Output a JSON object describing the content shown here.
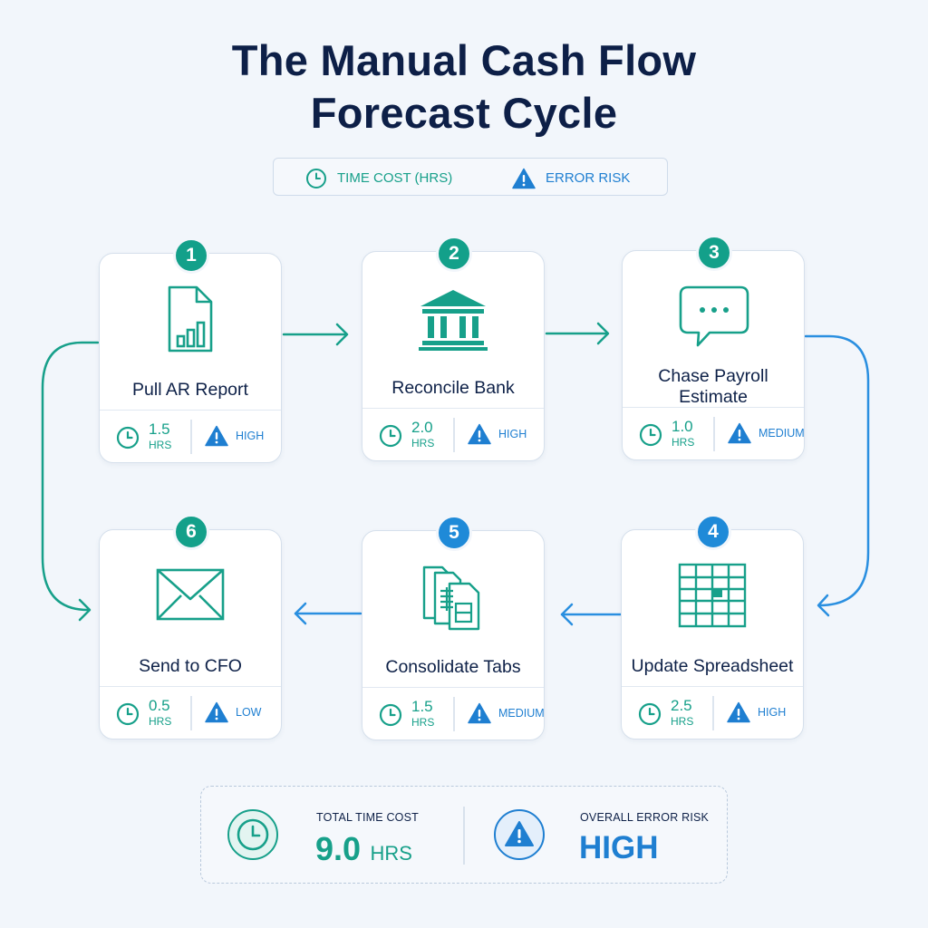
{
  "title_line1": "The Manual Cash Flow",
  "title_line2": "Forecast Cycle",
  "legend": {
    "time_label": "TIME COST (HRS)",
    "risk_label": "ERROR RISK"
  },
  "colors": {
    "teal": "#17a08a",
    "blue": "#1f7fd1",
    "navy": "#0d1f47"
  },
  "steps": [
    {
      "number": "1",
      "label": "Pull AR Report",
      "icon": "document-chart-icon",
      "time": "1.5",
      "unit": "HRS",
      "risk": "HIGH"
    },
    {
      "number": "2",
      "label": "Reconcile Bank",
      "icon": "bank-icon",
      "time": "2.0",
      "unit": "HRS",
      "risk": "HIGH"
    },
    {
      "number": "3",
      "label": "Chase Payroll Estimate",
      "icon": "chat-bubble-icon",
      "time": "1.0",
      "unit": "HRS",
      "risk": "MEDIUM"
    },
    {
      "number": "4",
      "label": "Update Spreadsheet",
      "icon": "spreadsheet-icon",
      "time": "2.5",
      "unit": "HRS",
      "risk": "HIGH"
    },
    {
      "number": "5",
      "label": "Consolidate Tabs",
      "icon": "documents-stack-icon",
      "time": "1.5",
      "unit": "HRS",
      "risk": "MEDIUM"
    },
    {
      "number": "6",
      "label": "Send to CFO",
      "icon": "envelope-icon",
      "time": "0.5",
      "unit": "HRS",
      "risk": "LOW"
    }
  ],
  "summary": {
    "time_label": "TOTAL TIME COST",
    "time_value": "9.0",
    "time_unit": "HRS",
    "risk_label": "OVERALL ERROR RISK",
    "risk_value": "HIGH"
  }
}
